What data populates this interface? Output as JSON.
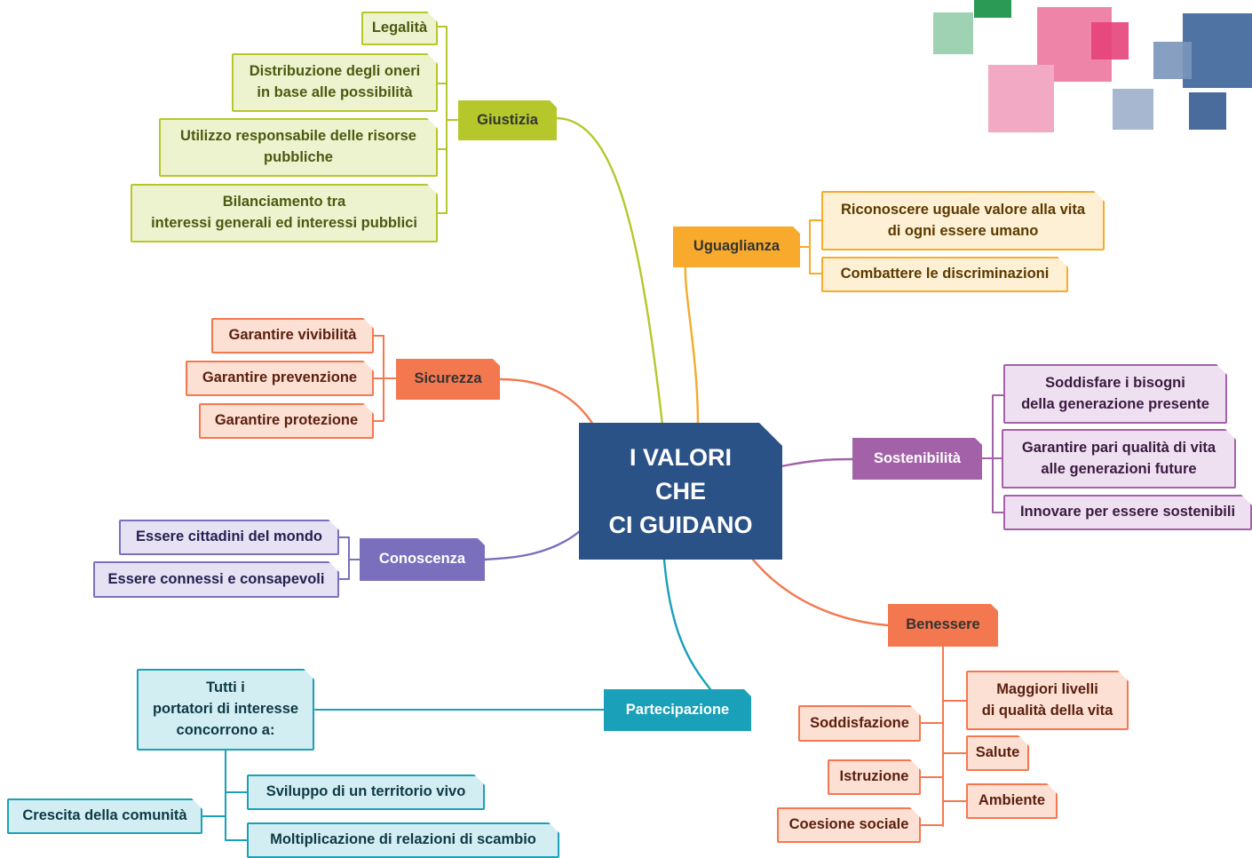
{
  "center": {
    "title": "I VALORI\nCHE\nCI GUIDANO",
    "color": "#2a5286"
  },
  "branches": {
    "giustizia": {
      "label": "Giustizia",
      "color": "#b5c72a",
      "items": [
        "Legalità",
        "Distribuzione degli oneri\nin base alle possibilità",
        "Utilizzo responsabile delle risorse\npubbliche",
        "Bilanciamento tra\ninteressi generali ed interessi pubblici"
      ]
    },
    "uguaglianza": {
      "label": "Uguaglianza",
      "color": "#f7aa2b",
      "items": [
        "Riconoscere uguale valore alla vita\ndi ogni essere umano",
        "Combattere le discriminazioni"
      ]
    },
    "sicurezza": {
      "label": "Sicurezza",
      "color": "#f4784f",
      "items": [
        "Garantire vivibilità",
        "Garantire prevenzione",
        "Garantire protezione"
      ]
    },
    "sostenibilita": {
      "label": "Sostenibilità",
      "color": "#a362a8",
      "items": [
        "Soddisfare i bisogni\ndella generazione presente",
        "Garantire pari qualità di vita\nalle generazioni future",
        "Innovare per essere sostenibili"
      ]
    },
    "conoscenza": {
      "label": "Conoscenza",
      "color": "#7a6fbd",
      "items": [
        "Essere cittadini del mondo",
        "Essere connessi e consapevoli"
      ]
    },
    "benessere": {
      "label": "Benessere",
      "color": "#f4784f",
      "items_right": [
        "Maggiori livelli\ndi qualità della vita",
        "Salute",
        "Ambiente"
      ],
      "items_left": [
        "Soddisfazione",
        "Istruzione",
        "Coesione sociale"
      ]
    },
    "partecipazione": {
      "label": "Partecipazione",
      "color": "#1aa0b8",
      "intro": "Tutti i\nportatori di interesse\nconcorrono a:",
      "items": [
        "Sviluppo di un territorio vivo",
        "Crescita della comunità",
        "Moltiplicazione di relazioni di scambio"
      ]
    }
  }
}
